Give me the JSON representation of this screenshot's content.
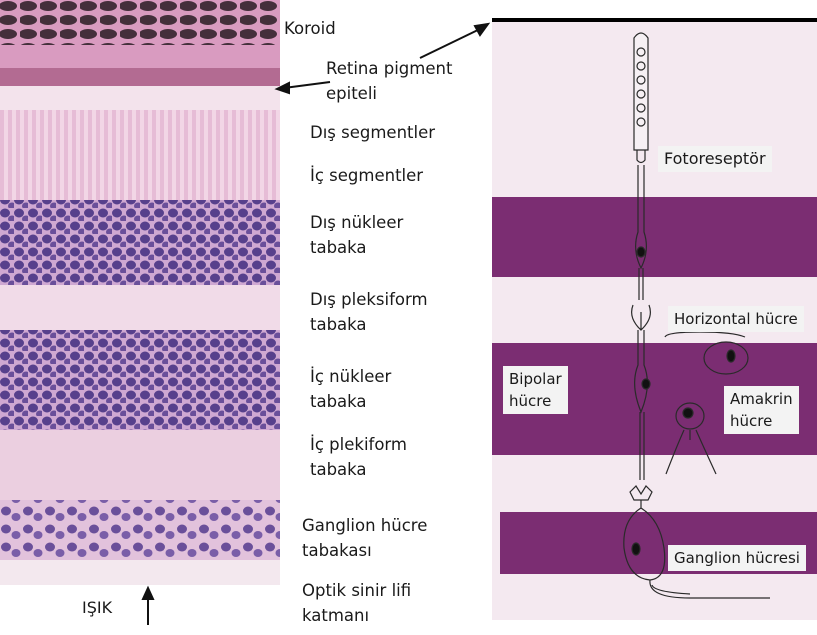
{
  "layer_labels": [
    "Koroid",
    "Retina pigment\nepiteli",
    "Dış segmentler",
    "İç segmentler",
    "Dış nükleer\ntabaka",
    "Dış pleksiform\ntabaka",
    "İç nükleer\ntabaka",
    "İç plekiform\ntabaka",
    "Ganglion hücre\ntabakası",
    "Optik sinir lifi\nkatmanı"
  ],
  "light_label": "IŞIK",
  "cell_labels": {
    "photoreceptor": "Fotoreseptör",
    "horizontal": "Horizontal hücre",
    "bipolar": "Bipolar\nhücre",
    "amacrine": "Amakrin\nhücre",
    "ganglion": "Ganglion hücresi"
  },
  "colors": {
    "band_dark": "#7b2d72",
    "band_light": "#f2e6ee",
    "tissue_pink": "#e8c6da",
    "nucleus": "#5a3d8a",
    "label_bg": "#f3f3f3"
  }
}
